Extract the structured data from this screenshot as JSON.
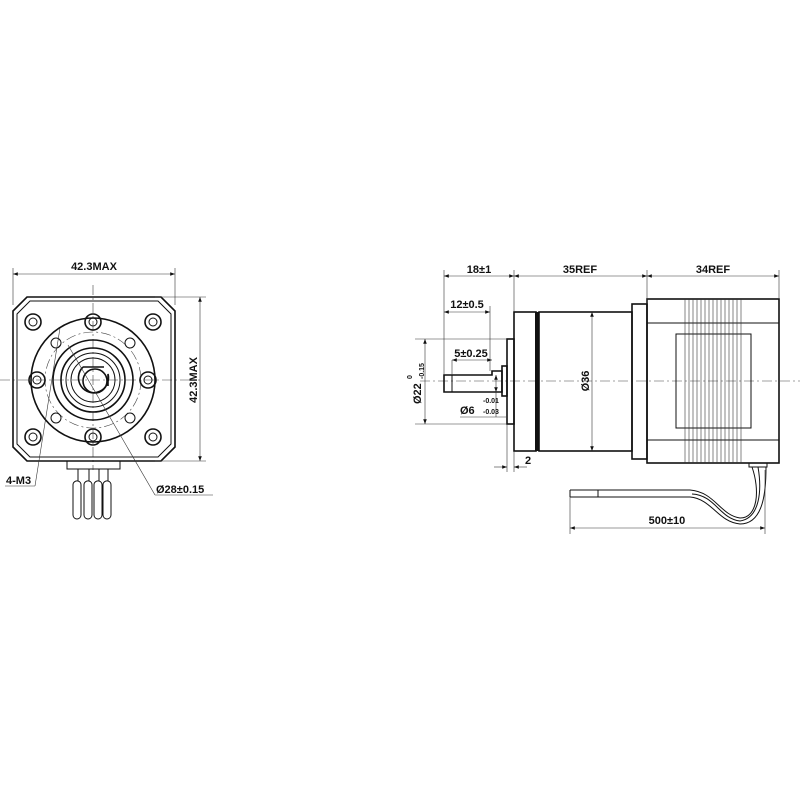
{
  "front_view": {
    "width_dim": "42.3MAX",
    "height_dim": "42.3MAX",
    "thread_callout": "4-M3",
    "pilot_dia": "Ø28±0.15"
  },
  "side_view": {
    "shaft_length": "18±1",
    "gearbox_length": "35REF",
    "motor_length": "34REF",
    "flat_length": "12±0.5",
    "flat_depth": "5±0.25",
    "pilot_dia": "Ø22",
    "pilot_tol_upper": "0",
    "pilot_tol_lower": "-0.15",
    "shaft_dia": "Ø6",
    "shaft_tol_upper": "-0.01",
    "shaft_tol_lower": "-0.03",
    "gearbox_dia": "Ø36",
    "pilot_thickness": "2",
    "lead_length": "500±10"
  },
  "colors": {
    "line": "#111111",
    "background": "#ffffff"
  }
}
